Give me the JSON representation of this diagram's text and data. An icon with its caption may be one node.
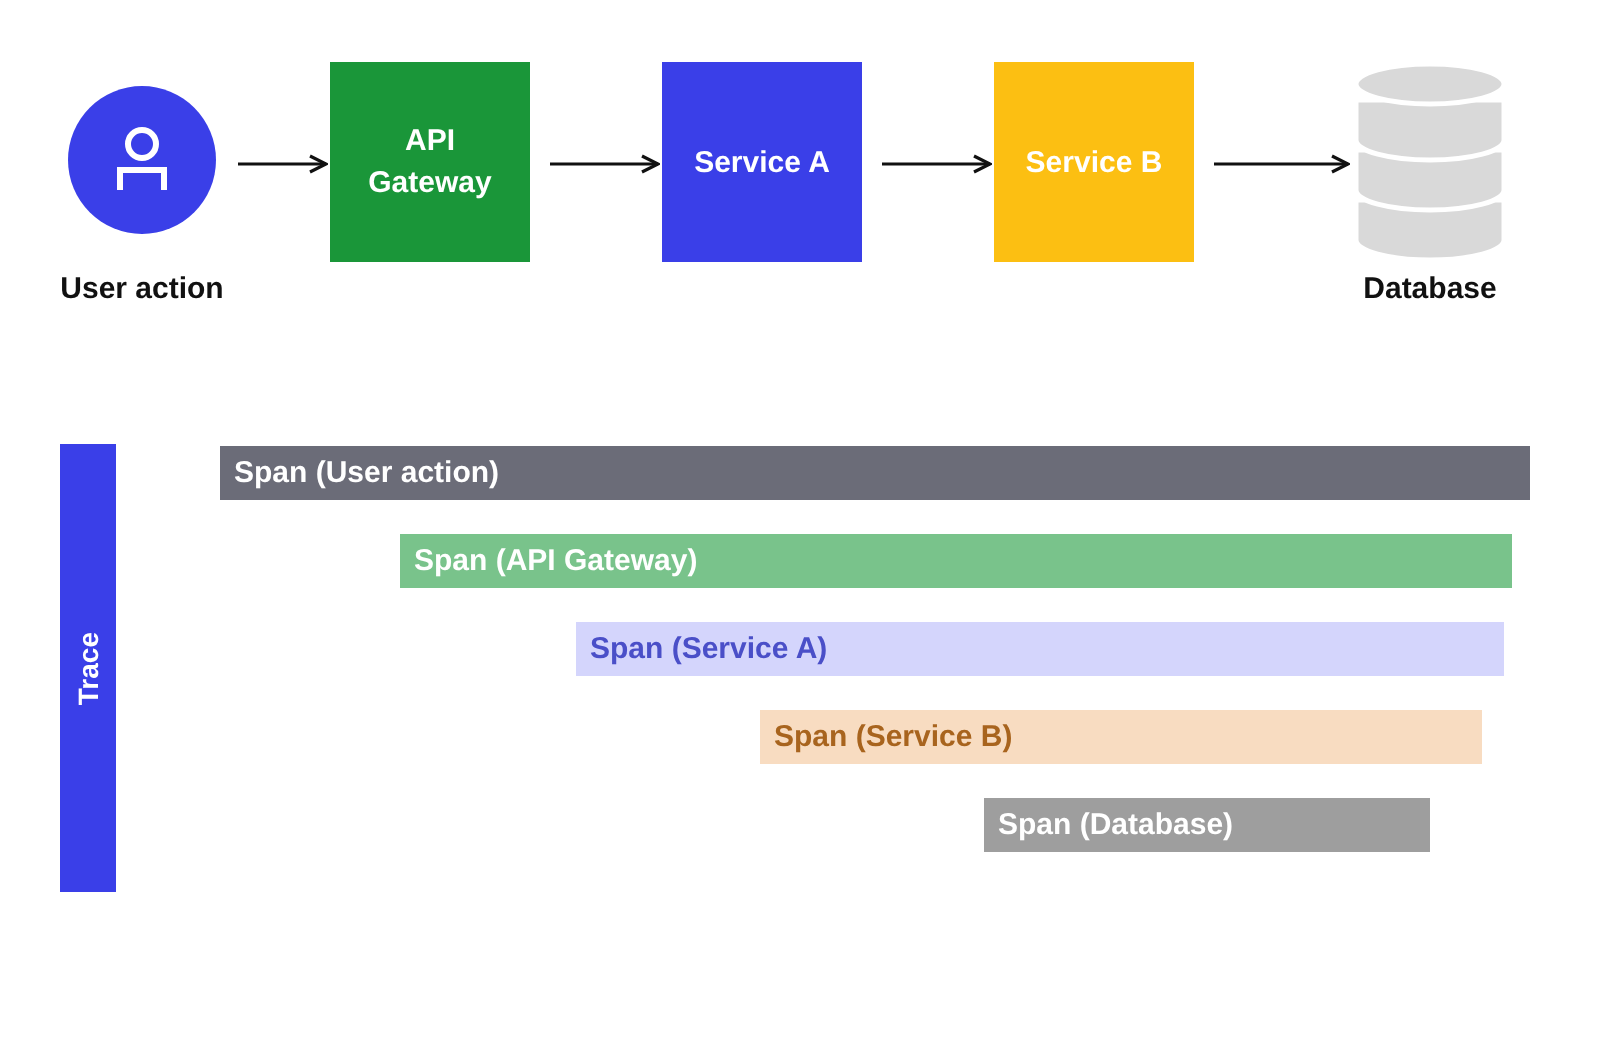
{
  "diagram": {
    "nodes": [
      {
        "text": [
          "User action"
        ]
      },
      {
        "text": [
          "API Gateway"
        ]
      },
      {
        "text": [
          "Service A"
        ]
      },
      {
        "text": [
          "Service B"
        ]
      },
      {
        "text": [
          "Database"
        ]
      },
      {
        "text": [
          "Trace"
        ]
      },
      {
        "text": [
          "Span (User action)"
        ]
      },
      {
        "text": [
          "Span (API Gateway)"
        ]
      },
      {
        "text": [
          "Span (Service A)"
        ]
      },
      {
        "text": [
          "Span (Service B)"
        ]
      },
      {
        "text": [
          "Span (Database)"
        ]
      }
    ],
    "edges": [
      {
        "from": 0,
        "to": 1,
        "arrow": "to"
      },
      {
        "from": 1,
        "to": 2,
        "arrow": "to"
      },
      {
        "from": 2,
        "to": 3,
        "arrow": "to"
      },
      {
        "from": 3,
        "to": 4,
        "arrow": "to"
      }
    ]
  }
}
